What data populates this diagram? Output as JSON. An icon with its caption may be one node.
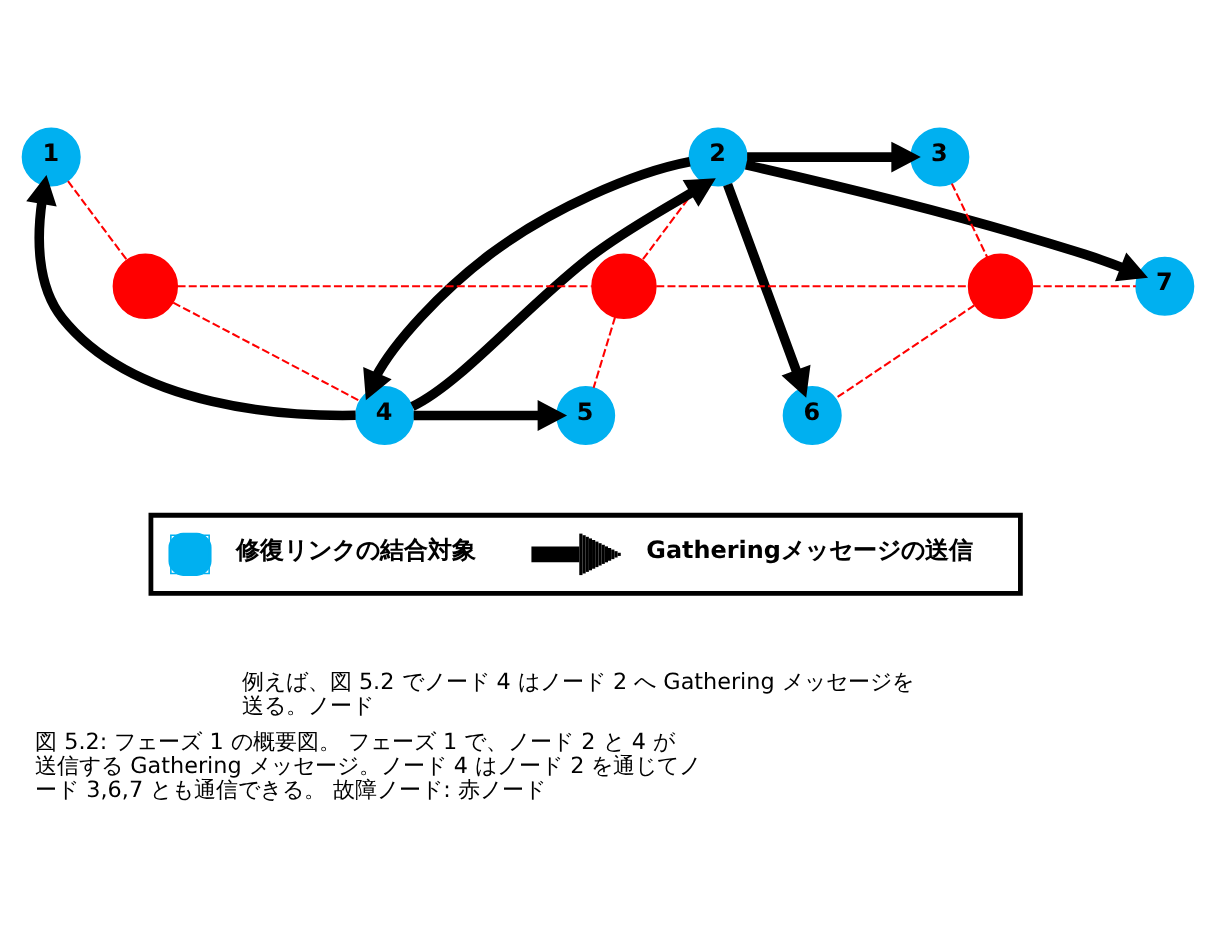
{
  "diagram": {
    "caption": "図 5.2: フェーズ 1 の概要図。 フェーズ 1 で、ノード 2 と 4 が送信する Gathering メッセージ。ノード 4 はノード 2 を通じてノード 3,6,7 とも通信できる。 故障ノード: 赤ノード",
    "nodes": [
      {
        "text": [
          "1"
        ]
      },
      {
        "text": [
          "2"
        ]
      },
      {
        "text": [
          "3"
        ]
      },
      {
        "text": [
          "4"
        ]
      },
      {
        "text": [
          "5"
        ]
      },
      {
        "text": [
          "6"
        ]
      },
      {
        "text": [
          "7"
        ]
      },
      {
        "text": [],
        "shape": "circle"
      },
      {
        "text": [],
        "shape": "circle"
      },
      {
        "text": [],
        "shape": "circle"
      }
    ],
    "edges": [
      {
        "from": 0,
        "to": 7,
        "arrow": "none",
        "style": "dashed",
        "color": "#ff0000"
      },
      {
        "from": 7,
        "to": 3,
        "arrow": "none",
        "style": "dashed",
        "color": "#ff0000"
      },
      {
        "from": 7,
        "to": 8,
        "arrow": "none",
        "style": "dashed",
        "color": "#ff0000"
      },
      {
        "from": 1,
        "to": 8,
        "arrow": "none",
        "style": "dashed",
        "color": "#ff0000"
      },
      {
        "from": 8,
        "to": 4,
        "arrow": "none",
        "style": "dashed",
        "color": "#ff0000"
      },
      {
        "from": 8,
        "to": 9,
        "arrow": "none",
        "style": "dashed",
        "color": "#ff0000"
      },
      {
        "from": 2,
        "to": 9,
        "arrow": "none",
        "style": "dashed",
        "color": "#ff0000"
      },
      {
        "from": 9,
        "to": 6,
        "arrow": "none",
        "style": "dashed",
        "color": "#ff0000"
      },
      {
        "from": 9,
        "to": 5,
        "arrow": "none",
        "style": "dashed",
        "color": "#ff0000"
      },
      {
        "from": 3,
        "to": 0,
        "arrow": "to",
        "style": "thick",
        "color": "#000000"
      },
      {
        "from": 3,
        "to": 1,
        "arrow": "to",
        "style": "thick",
        "color": "#000000"
      },
      {
        "from": 1,
        "to": 3,
        "arrow": "to",
        "style": "thick",
        "color": "#000000"
      },
      {
        "from": 3,
        "to": 4,
        "arrow": "to",
        "style": "thick",
        "color": "#000000"
      },
      {
        "from": 1,
        "to": 2,
        "arrow": "to",
        "style": "thick",
        "color": "#000000"
      },
      {
        "from": 1,
        "to": 6,
        "arrow": "to",
        "style": "thick",
        "color": "#000000"
      },
      {
        "from": 1,
        "to": 5,
        "arrow": "to",
        "style": "thick",
        "color": "#000000"
      }
    ],
    "labels": [
      "例えば、図 5.2 でノード 4 はノード 2 へ Gathering メッセージを送る。ノード"
    ],
    "legend": [
      {
        "text": "修復リンクの結合対象",
        "color": "#00b0f0"
      },
      {
        "text": "Gatheringメッセージの送信"
      }
    ]
  }
}
